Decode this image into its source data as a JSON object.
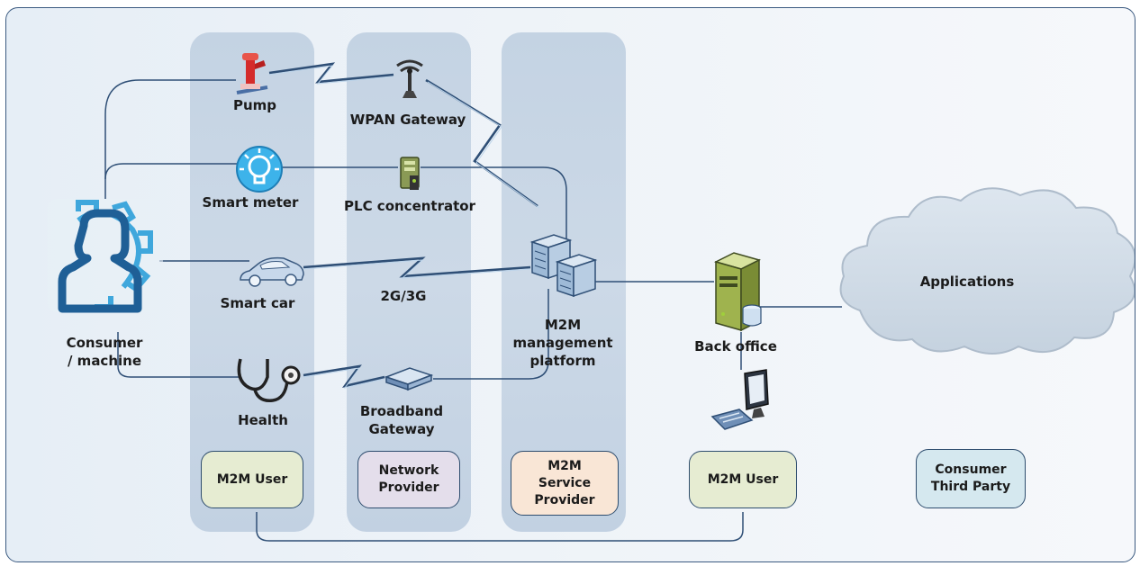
{
  "actors": {
    "consumer": "Consumer\n/ machine"
  },
  "devices": {
    "pump": "Pump",
    "smart_meter": "Smart meter",
    "smart_car": "Smart car",
    "health": "Health"
  },
  "network": {
    "wpan_gateway": "WPAN Gateway",
    "plc_concentrator": "PLC concentrator",
    "cellular": "2G/3G",
    "broadband_gateway": "Broadband\nGateway"
  },
  "platform": {
    "m2m_platform": "M2M\nmanagement\nplatform",
    "back_office": "Back office",
    "applications": "Applications"
  },
  "roles": {
    "m2m_user_left": "M2M User",
    "network_provider": "Network\nProvider",
    "service_provider": "M2M\nService\nProvider",
    "m2m_user_right": "M2M User",
    "consumer_third_party": "Consumer\nThird Party"
  },
  "colors": {
    "frame_border": "#3b5a80",
    "column_fill": "#c8d6e5",
    "line": "#2f4f76",
    "role_user_fill": "#e6ecd2",
    "role_network_fill": "#e4deeb",
    "role_service_fill": "#f9e6d6",
    "role_third_party_fill": "#d5e8ef",
    "person_icon": "#1f5f96",
    "gear_icon": "#3fa7dc"
  }
}
